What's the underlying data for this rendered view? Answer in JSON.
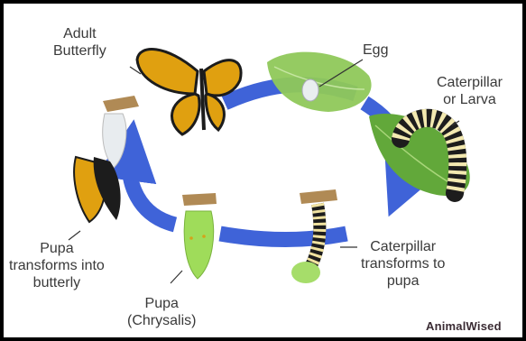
{
  "diagram": {
    "stages": {
      "adult": {
        "line1": "Adult",
        "line2": "Butterfly"
      },
      "egg": {
        "line1": "Egg"
      },
      "larva": {
        "line1": "Caterpillar",
        "line2": "or Larva"
      },
      "cat_to_pupa": {
        "line1": "Caterpillar",
        "line2": "transforms to",
        "line3": "pupa"
      },
      "chrysalis": {
        "line1": "Pupa",
        "line2": "(Chrysalis)"
      },
      "pupa_to_butterfly": {
        "line1": "Pupa",
        "line2": "transforms into",
        "line3": "butterly"
      }
    },
    "brand": "AnimalWised",
    "colors": {
      "arrow": "#3f63d8",
      "leaf": "#62a83a",
      "monarch": "#e0a010",
      "chrysalis": "#9fdc5a"
    }
  }
}
